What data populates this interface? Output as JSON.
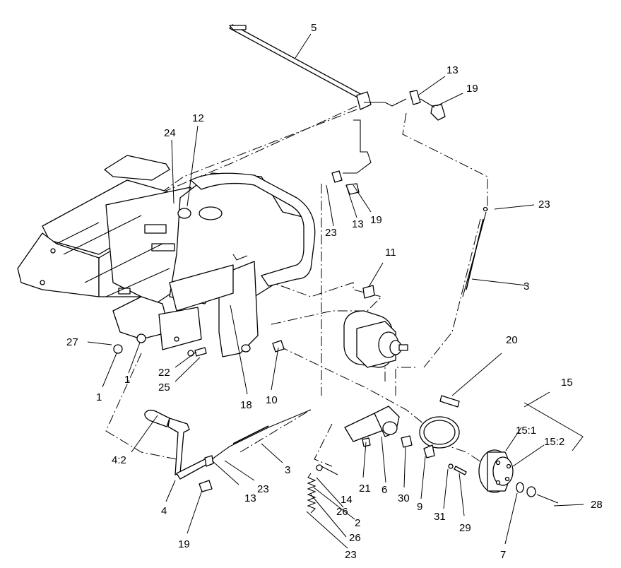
{
  "callouts": [
    {
      "text": "5"
    },
    {
      "text": "13"
    },
    {
      "text": "19"
    },
    {
      "text": "24"
    },
    {
      "text": "12"
    },
    {
      "text": "23"
    },
    {
      "text": "13"
    },
    {
      "text": "19"
    },
    {
      "text": "23"
    },
    {
      "text": "11"
    },
    {
      "text": "3"
    },
    {
      "text": "27"
    },
    {
      "text": "1"
    },
    {
      "text": "1"
    },
    {
      "text": "22"
    },
    {
      "text": "25"
    },
    {
      "text": "18"
    },
    {
      "text": "10"
    },
    {
      "text": "20"
    },
    {
      "text": "15"
    },
    {
      "text": "15:1"
    },
    {
      "text": "15:2"
    },
    {
      "text": "4:2"
    },
    {
      "text": "3"
    },
    {
      "text": "23"
    },
    {
      "text": "13"
    },
    {
      "text": "21"
    },
    {
      "text": "14"
    },
    {
      "text": "6"
    },
    {
      "text": "30"
    },
    {
      "text": "9"
    },
    {
      "text": "26"
    },
    {
      "text": "2"
    },
    {
      "text": "31"
    },
    {
      "text": "29"
    },
    {
      "text": "28"
    },
    {
      "text": "4"
    },
    {
      "text": "19"
    },
    {
      "text": "26"
    },
    {
      "text": "23"
    },
    {
      "text": "7"
    }
  ]
}
